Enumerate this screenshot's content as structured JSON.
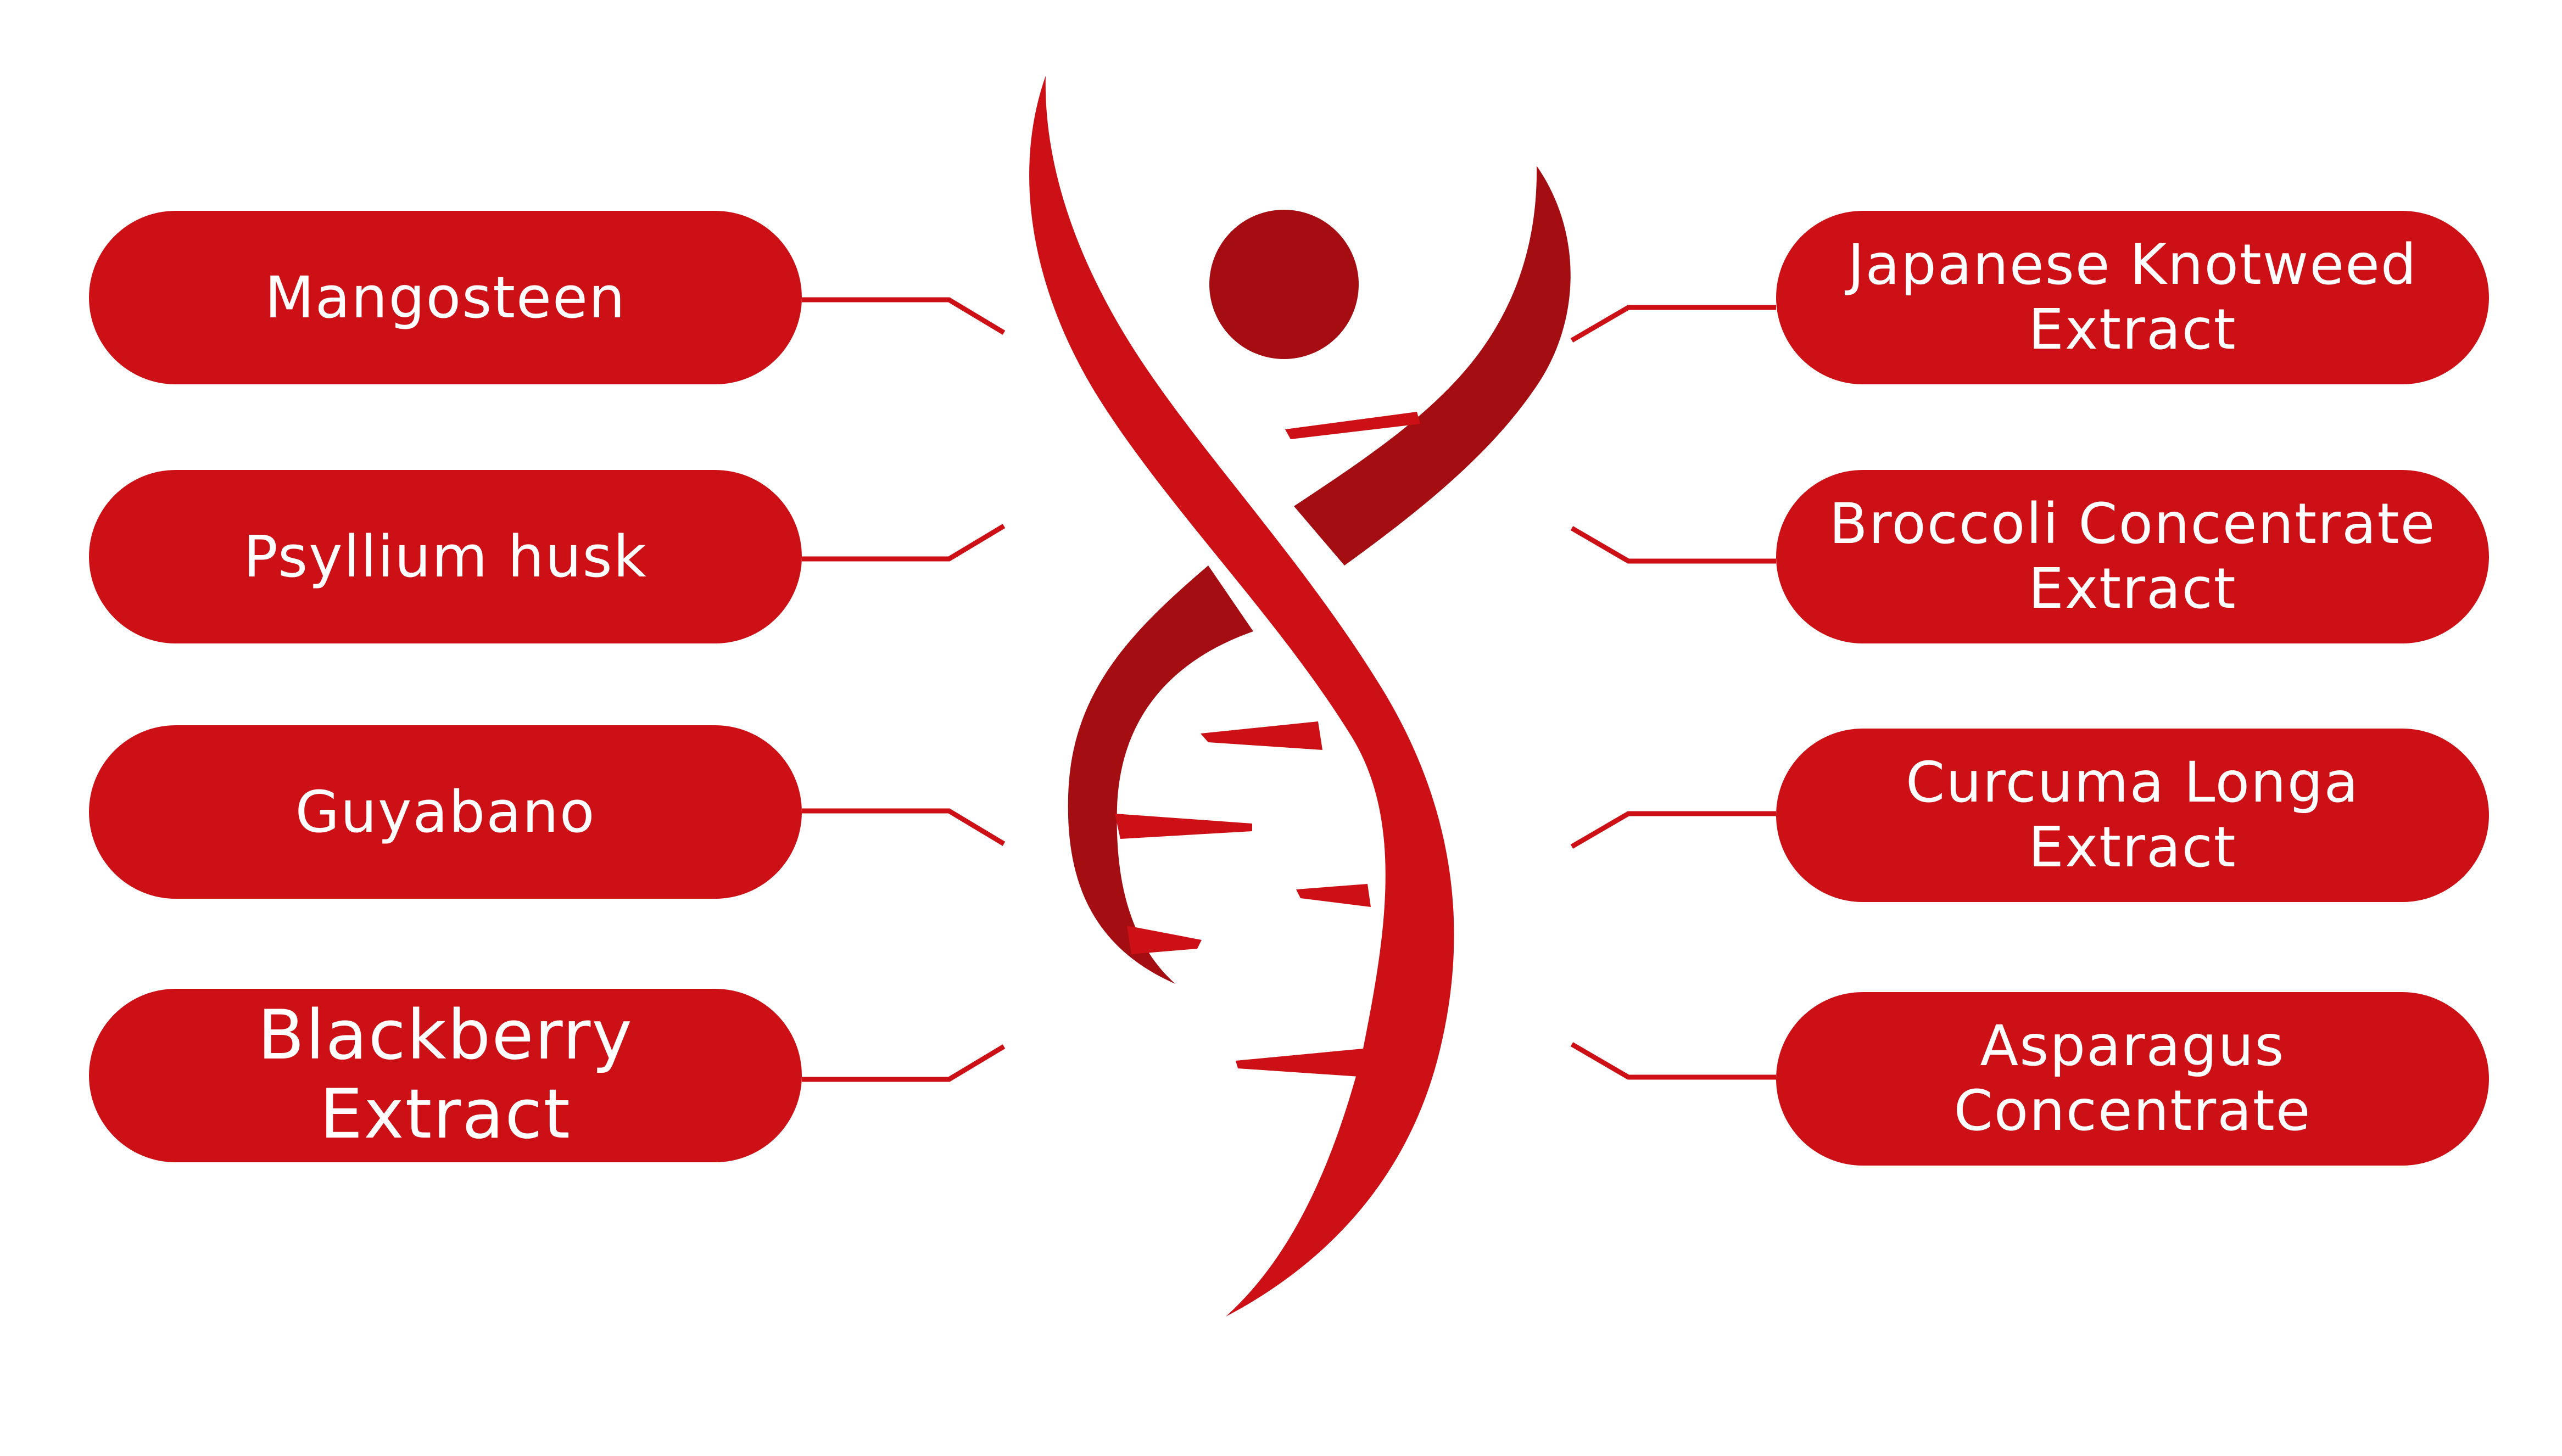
{
  "colors": {
    "primary_red": "#cc1016",
    "dark_red": "#a40d12",
    "text": "#ffffff",
    "background": "#ffffff"
  },
  "left_items": [
    {
      "label": "Mangosteen"
    },
    {
      "label": "Psyllium husk"
    },
    {
      "label": "Guyabano"
    },
    {
      "label": "Blackberry Extract"
    }
  ],
  "right_items": [
    {
      "label": "Japanese Knotweed Extract"
    },
    {
      "label": "Broccoli Concentrate Extract"
    },
    {
      "label": "Curcuma Longa Extract"
    },
    {
      "label": "Asparagus Concentrate"
    }
  ],
  "center_graphic": "dna-helix-figure-icon"
}
